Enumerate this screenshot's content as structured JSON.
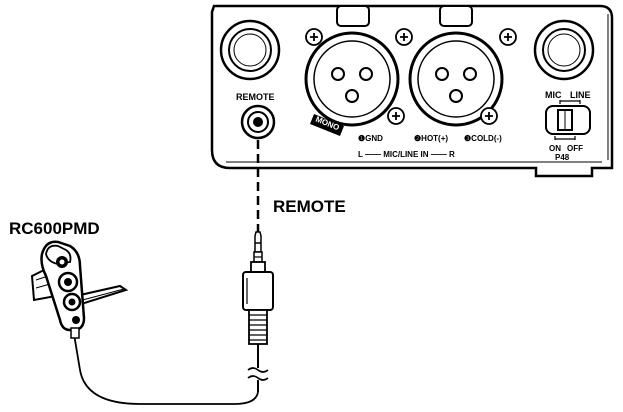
{
  "device": {
    "remote_jack_label": "REMOTE",
    "mono_label": "MONO",
    "pin_gnd": "❶GND",
    "pin_hot": "❷HOT(+)",
    "pin_cold": "❸COLD(-)",
    "input_caption": "L —— MIC/LINE IN —— R",
    "switch_mic_line_left": "MIC",
    "switch_mic_line_right": "LINE",
    "switch_on_off_left": "ON",
    "switch_on_off_right": "OFF",
    "switch_phantom_label": "P48"
  },
  "callouts": {
    "remote_cable_label": "REMOTE",
    "remote_unit_label": "RC600PMD"
  }
}
